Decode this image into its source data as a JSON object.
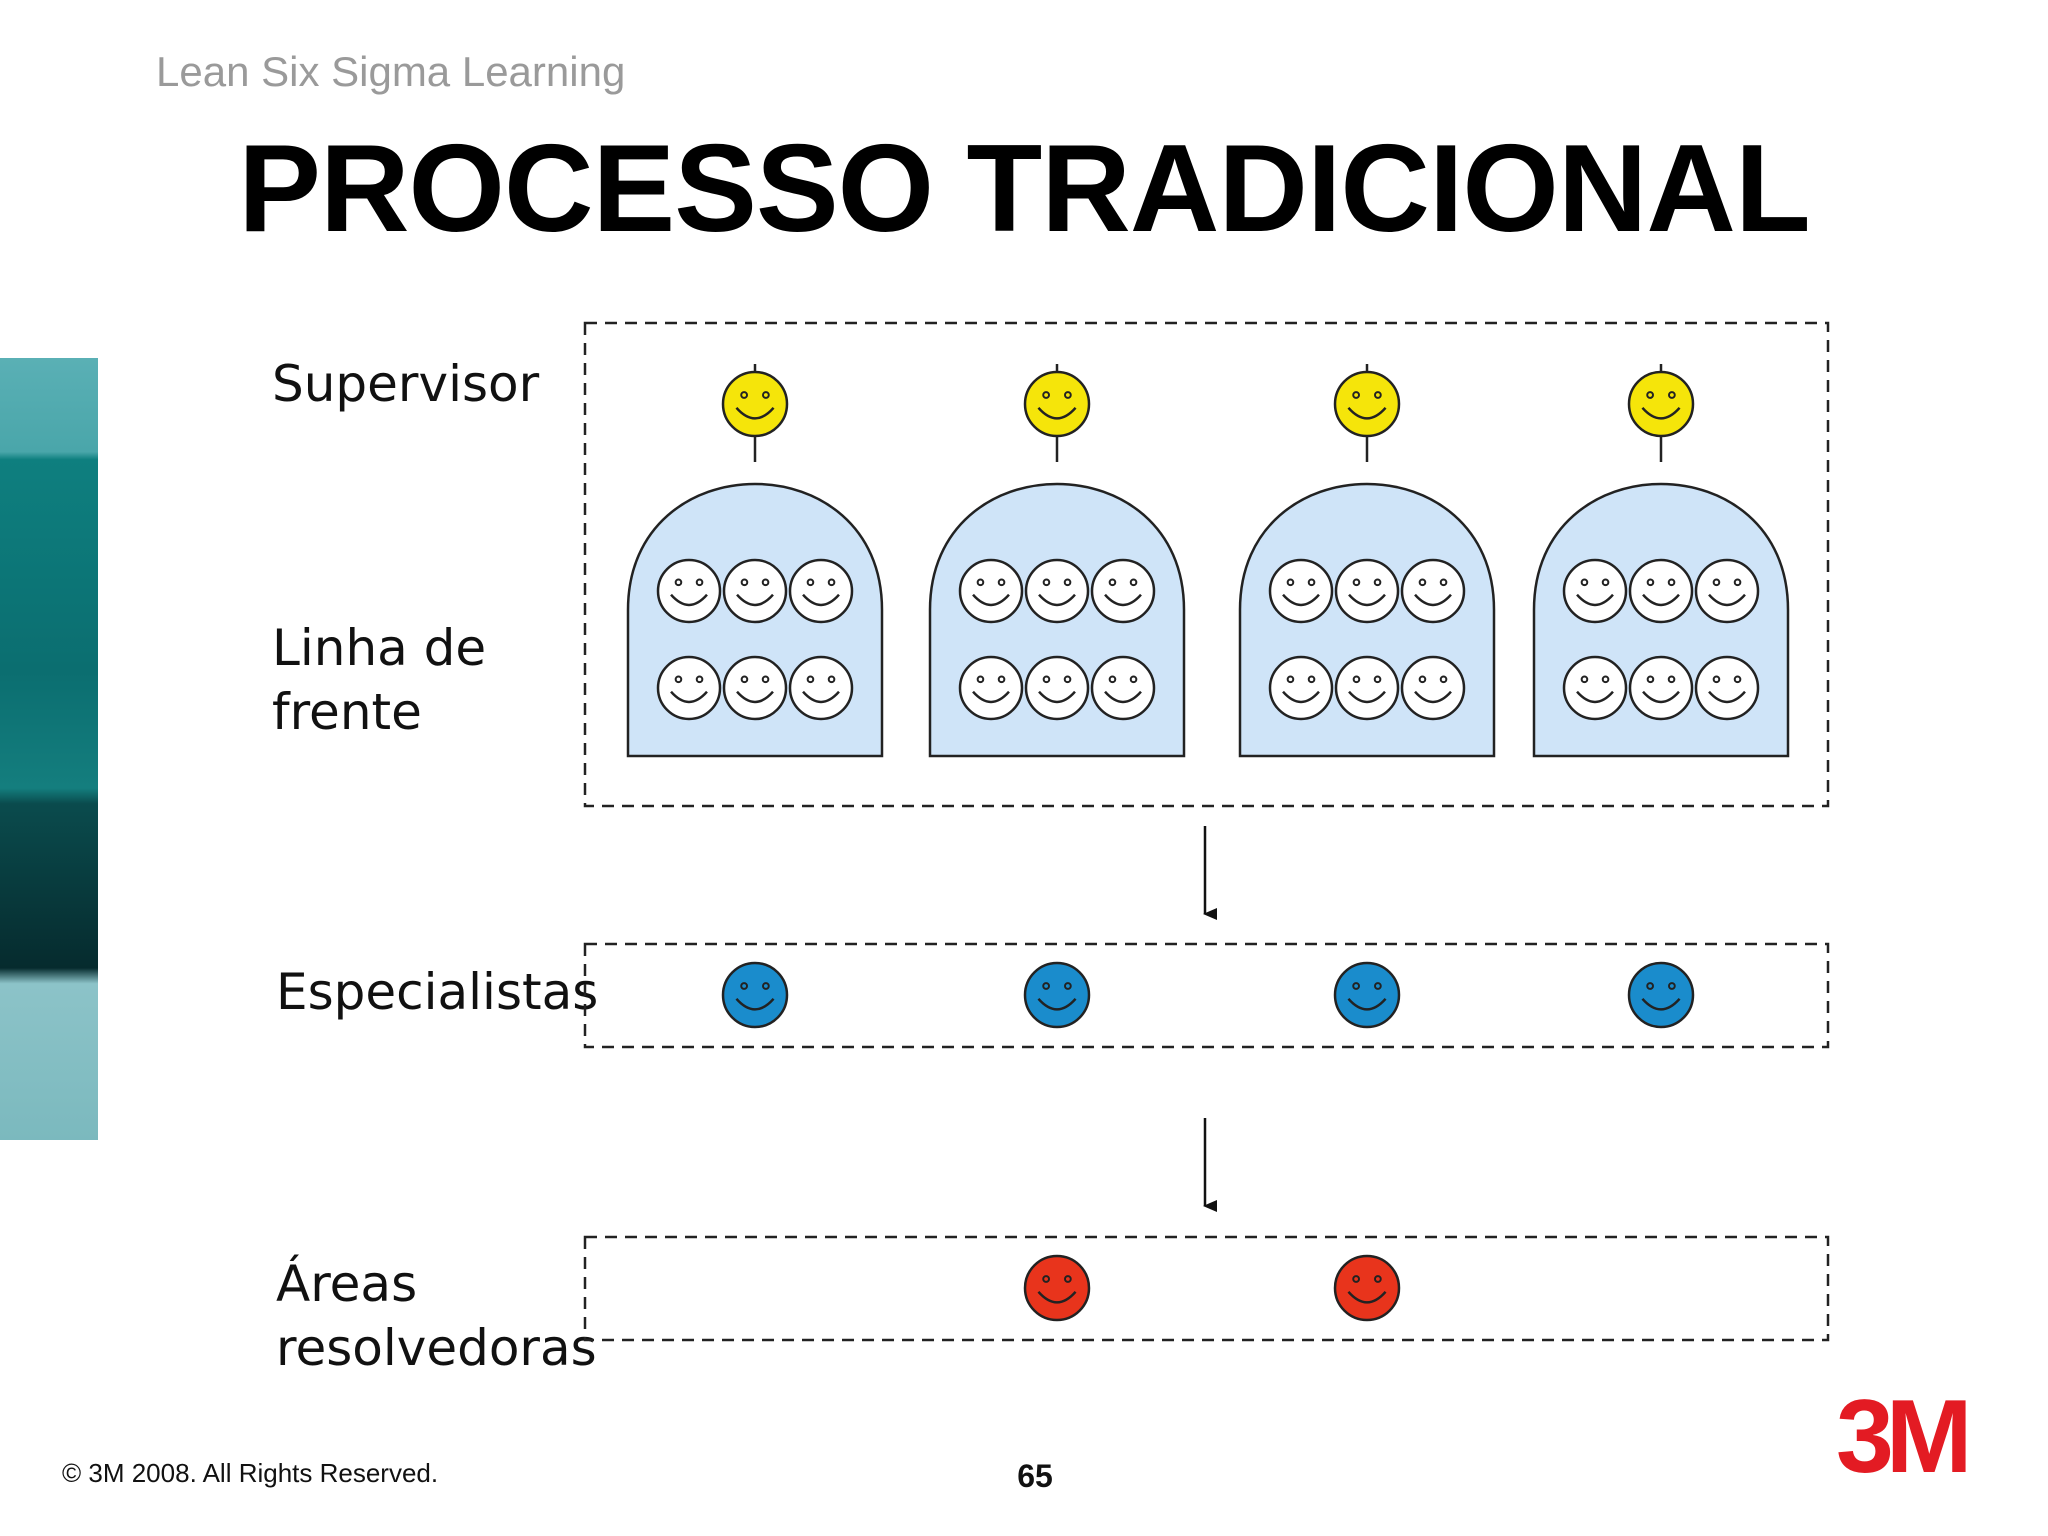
{
  "header": {
    "course": "Lean Six Sigma Learning",
    "title": "PROCESSO TRADICIONAL"
  },
  "rows": {
    "supervisor": "Supervisor",
    "linha_de_frente": "Linha de frente",
    "especialistas": "Especialistas",
    "areas_resolvedoras": "Áreas resolvedoras"
  },
  "diagram": {
    "teams": 4,
    "workers_per_team": 6,
    "specialists": 4,
    "resolving_areas": 2,
    "colors": {
      "supervisor_face": "#f5e50a",
      "worker_face": "#ffffff",
      "dome_fill": "#cfe4f8",
      "specialist_face": "#1a8ccc",
      "resolver_face": "#e8341c"
    }
  },
  "footer": {
    "copyright": "© 3M 2008.  All Rights Reserved.",
    "page_number": "65",
    "logo": "3M"
  }
}
